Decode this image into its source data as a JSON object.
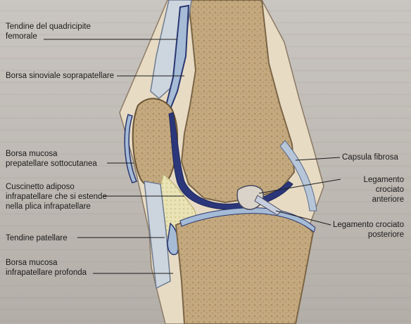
{
  "labels": {
    "quadriceps_tendon": "Tendine del quadricipite\nfemorale",
    "suprapatellar_bursa": "Borsa sinoviale soprapatellare",
    "prepatellar_bursa": "Borsa mucosa\nprepatellare sottocutanea",
    "infrapatellar_fat_pad": "Cuscinetto adiposo\ninfrapatellare che si estende\nnella plica infrapatellare",
    "patellar_tendon": "Tendine patellare",
    "deep_infrapatellar_bursa": "Borsa mucosa\ninfrapatellare profonda",
    "fibrous_capsule": "Capsula fibrosa",
    "acl": "Legamento crociato\nanteriore",
    "pcl": "Legamento crociato\nposteriore"
  },
  "colors": {
    "bone": "#c9b38f",
    "cancellous": "#b89c72",
    "synovial": "#a7bcd6",
    "synovial_dark": "#24306c",
    "fat_pad": "#e6e0b2",
    "tendon": "#cfd6df",
    "skin": "#e8dcc7"
  }
}
